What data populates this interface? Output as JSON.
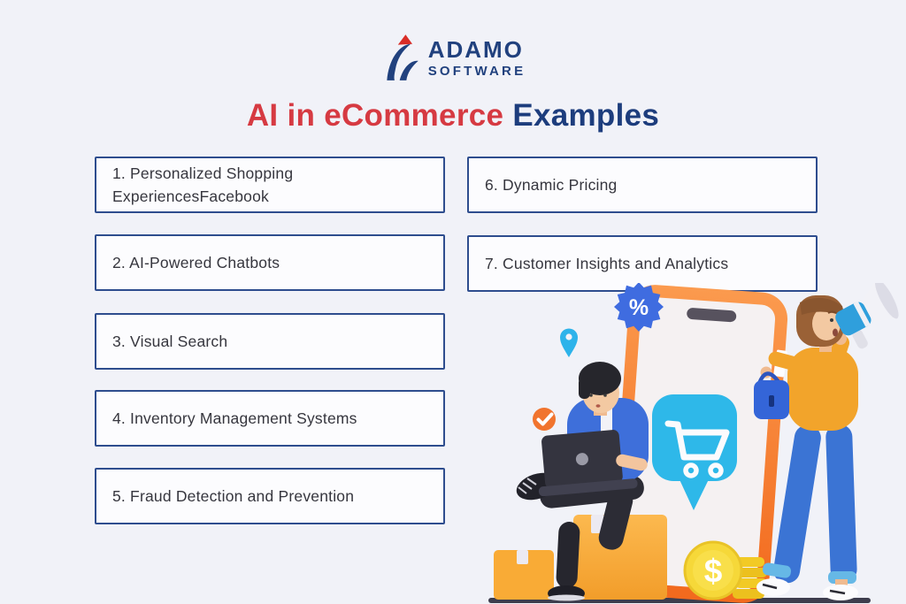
{
  "colors": {
    "background": "#f1f2f8",
    "box_border": "#2e4d8e",
    "box_fill": "#fcfcfe",
    "box_text": "#36363e",
    "title_red": "#d63a42",
    "title_navy": "#1d3d7d",
    "logo_navy": "#21417e",
    "logo_red": "#d92d27",
    "phone_orange": "#f2691d",
    "bubble_blue": "#2eb8e9",
    "badge_blue": "#3f6ce0",
    "check_orange": "#f1742e",
    "coin_yellow": "#f6d839"
  },
  "logo": {
    "brand": "ADAMO",
    "brand_sub": "SOFTWARE"
  },
  "title": {
    "highlight": "AI in eCommerce",
    "rest": "Examples"
  },
  "examples": {
    "left": [
      "1. Personalized Shopping ExperiencesFacebook",
      "2. AI-Powered Chatbots",
      "3. Visual Search",
      "4. Inventory Management Systems",
      "5. Fraud Detection and Prevention"
    ],
    "right": [
      "6. Dynamic Pricing",
      "7. Customer Insights and Analytics"
    ]
  },
  "illustration": {
    "percent_symbol": "%",
    "dollar_symbol": "$"
  }
}
